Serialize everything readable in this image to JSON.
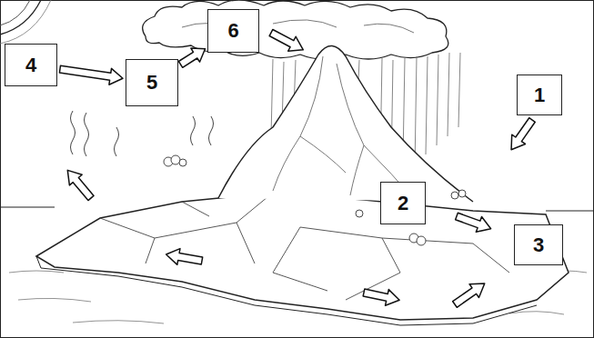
{
  "diagram": {
    "nodes": [
      {
        "text": [
          "6"
        ]
      },
      {
        "text": [
          "4"
        ]
      },
      {
        "text": [
          "5"
        ]
      },
      {
        "text": [
          "1"
        ]
      },
      {
        "text": [
          "2"
        ]
      },
      {
        "text": [
          "3"
        ]
      }
    ],
    "edges": [
      {
        "from": 1,
        "to": 2,
        "arrow": "to"
      },
      {
        "from": 2,
        "to": 0,
        "arrow": "to"
      }
    ]
  }
}
